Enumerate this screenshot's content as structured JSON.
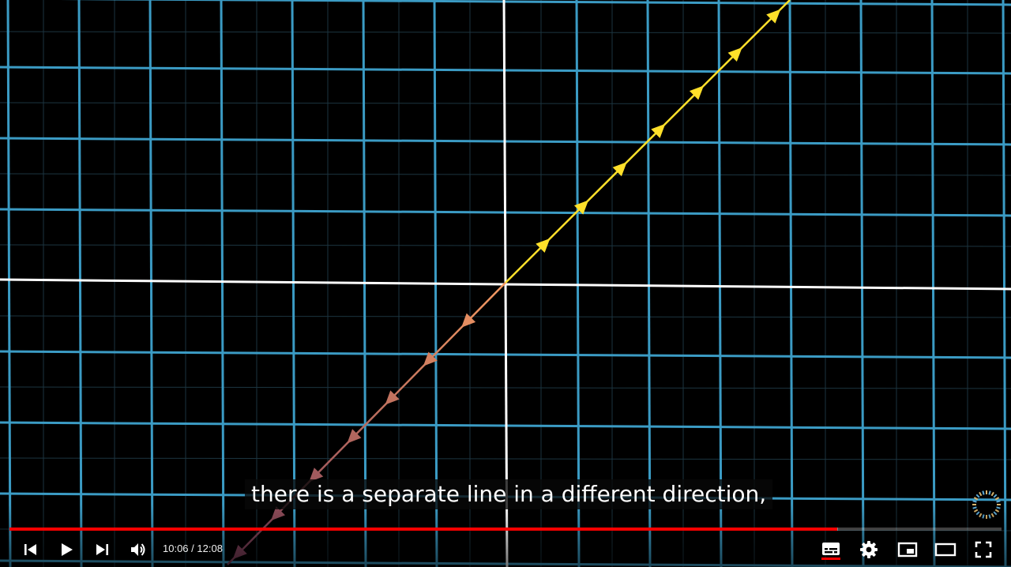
{
  "video": {
    "caption": "there is a separate line in a different direction,",
    "time_current": "10:06",
    "time_separator": "/",
    "time_duration": "12:08",
    "progress_played": 0.834,
    "progress_loaded": 0.835
  },
  "colors": {
    "grid_line": "#3b9bc4",
    "grid_faint": "#1c3540",
    "axis": "#ffffff",
    "ray_upper": "#ffe02a",
    "ray_lower_start": "#f59a62",
    "ray_lower_end": "#7a3c5a",
    "progress": "#ff0000",
    "subtitle_underline": "#ff0000"
  },
  "icons": {
    "previous": "previous-icon",
    "play": "play-icon",
    "next": "next-icon",
    "volume": "volume-icon",
    "subtitles": "subtitles-icon",
    "settings": "gear-icon",
    "miniplayer": "miniplayer-icon",
    "theater": "theater-icon",
    "fullscreen": "fullscreen-icon",
    "loading": "loading-spinner-icon"
  }
}
